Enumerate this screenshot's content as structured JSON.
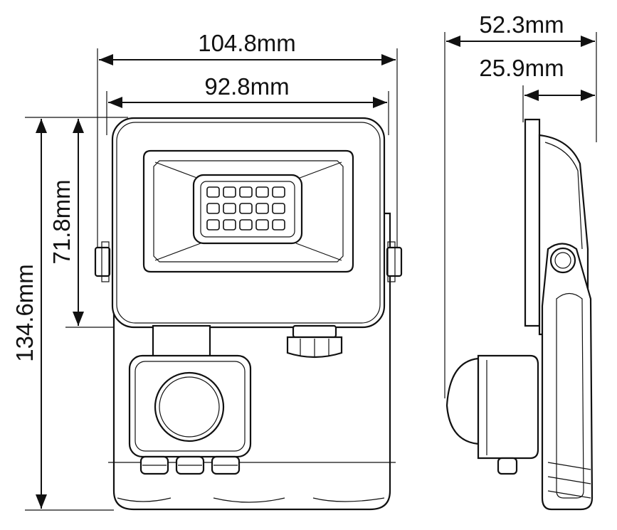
{
  "dimensions": {
    "overall_width": "104.8mm",
    "frame_width": "92.8mm",
    "overall_height": "134.6mm",
    "frame_height": "71.8mm",
    "overall_depth": "52.3mm",
    "frame_depth": "25.9mm"
  },
  "colors": {
    "ink": "#111111",
    "body_fill": "#ffffff",
    "led_fill": "#cfcfcf",
    "panel_fill": "#eeeeee"
  }
}
